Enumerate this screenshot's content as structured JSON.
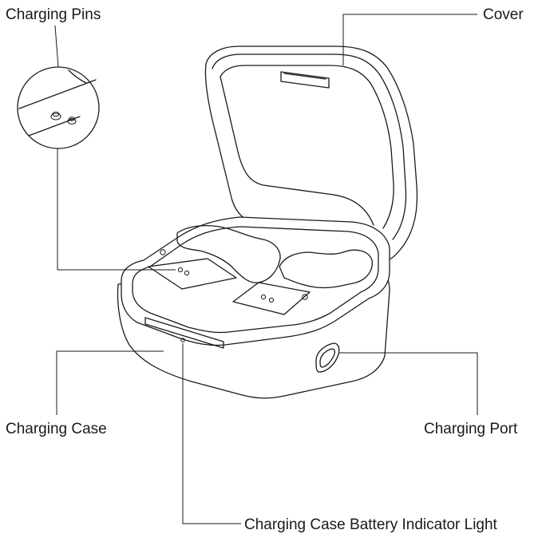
{
  "labels": {
    "charging_pins": "Charging Pins",
    "cover": "Cover",
    "charging_case": "Charging Case",
    "charging_port": "Charging Port",
    "battery_indicator_light": "Charging Case Battery Indicator Light"
  },
  "colors": {
    "line": "#1a1a1a",
    "background": "#ffffff"
  }
}
